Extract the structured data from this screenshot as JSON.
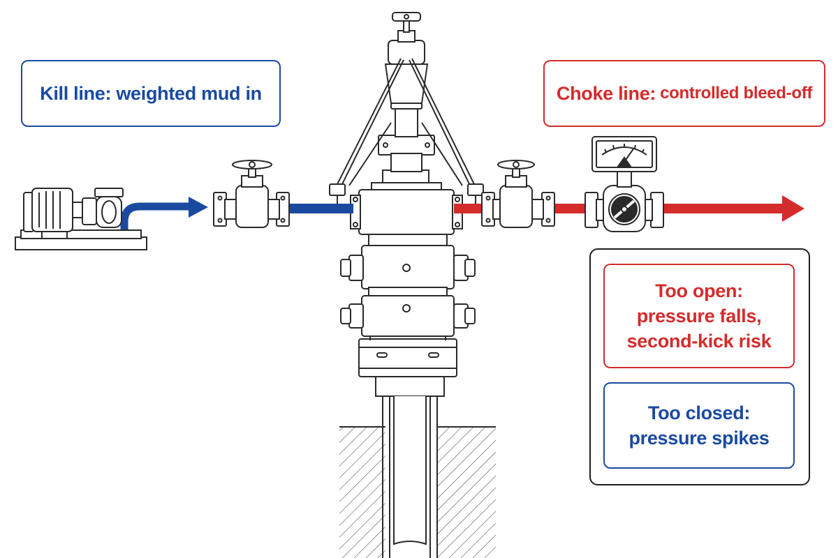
{
  "labels": {
    "kill_line": "Kill line: weighted mud in",
    "choke_line_main": "Choke line:",
    "choke_line_rest": "controlled bleed-off",
    "too_open": [
      "Too open:",
      "pressure falls,",
      "second-kick risk"
    ],
    "too_closed": [
      "Too closed:",
      "pressure spikes"
    ]
  },
  "colors": {
    "kill": "#1a4aa0",
    "choke": "#d42b2b",
    "outline": "#2a2a2a"
  }
}
